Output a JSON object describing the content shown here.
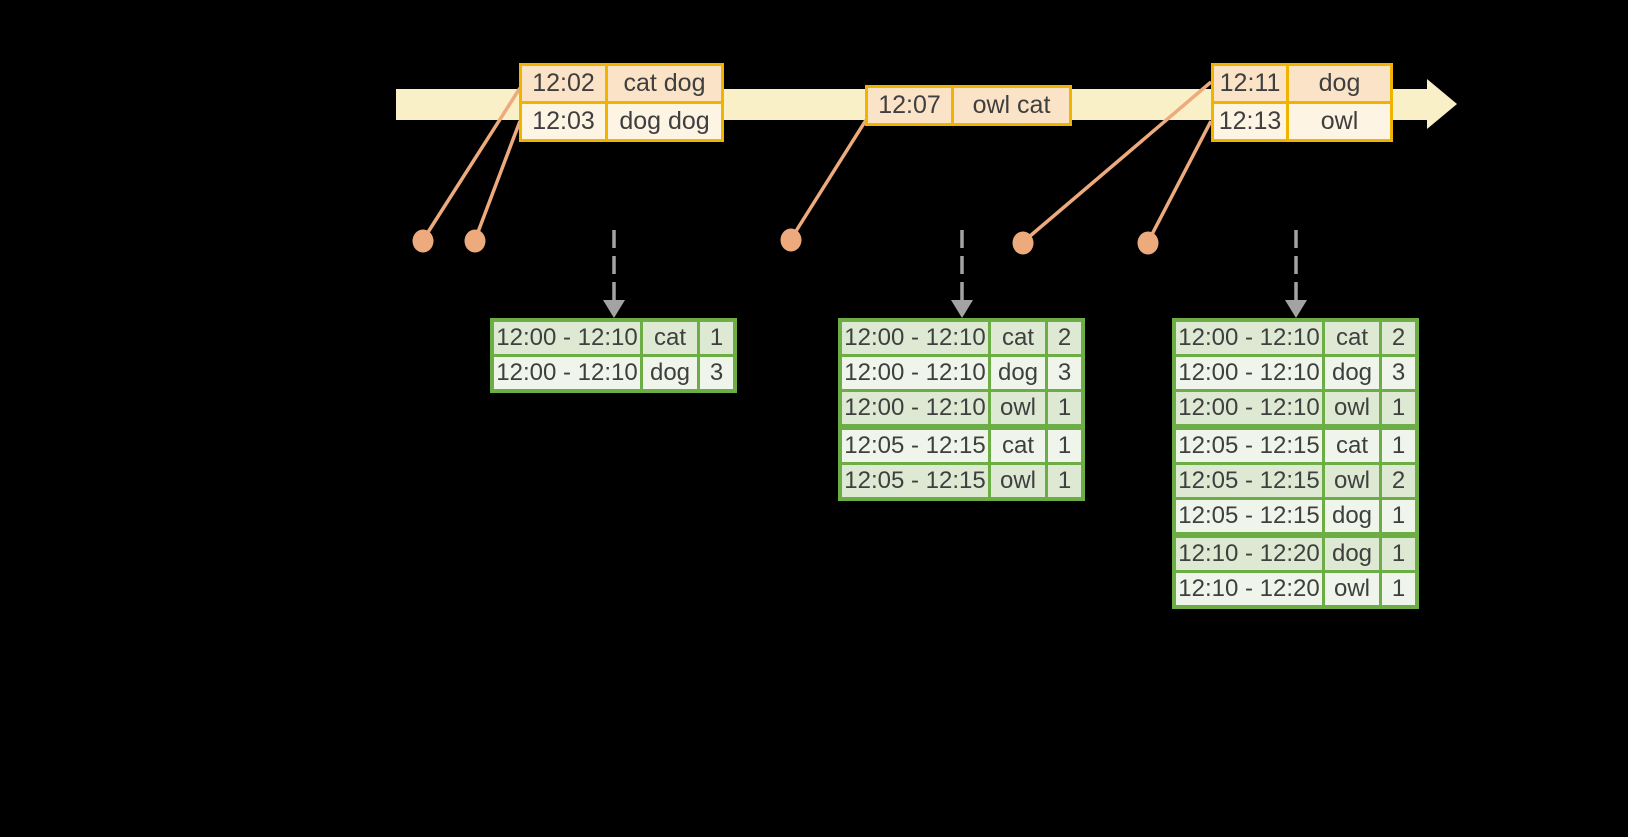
{
  "colors": {
    "background": "#000000",
    "timeline-cream": "#faf0c8",
    "event-border-gold": "#f0b400",
    "event-row-peach": "#fae3c6",
    "event-row-cream": "#fdf4e4",
    "salmon": "#edaa7d",
    "result-border-green": "#6dad46",
    "result-row-dark": "#dde9d3",
    "result-row-light": "#eff5eb",
    "dash-gray": "#a3a3a3",
    "text-dark": "#3f3f3f"
  },
  "event_tables": [
    {
      "rows": [
        {
          "time": "12:02",
          "words": "cat dog"
        },
        {
          "time": "12:03",
          "words": "dog dog"
        }
      ]
    },
    {
      "rows": [
        {
          "time": "12:07",
          "words": "owl cat"
        }
      ]
    },
    {
      "rows": [
        {
          "time": "12:11",
          "words": "dog"
        },
        {
          "time": "12:13",
          "words": "owl"
        }
      ]
    }
  ],
  "result_tables": [
    {
      "rows": [
        {
          "window": "12:00 - 12:10",
          "word": "cat",
          "count": "1"
        },
        {
          "window": "12:00 - 12:10",
          "word": "dog",
          "count": "3"
        }
      ]
    },
    {
      "rows": [
        {
          "window": "12:00 - 12:10",
          "word": "cat",
          "count": "2"
        },
        {
          "window": "12:00 - 12:10",
          "word": "dog",
          "count": "3"
        },
        {
          "window": "12:00 - 12:10",
          "word": "owl",
          "count": "1"
        },
        {
          "window": "12:05 - 12:15",
          "word": "cat",
          "count": "1"
        },
        {
          "window": "12:05 - 12:15",
          "word": "owl",
          "count": "1"
        }
      ]
    },
    {
      "rows": [
        {
          "window": "12:00 - 12:10",
          "word": "cat",
          "count": "2"
        },
        {
          "window": "12:00 - 12:10",
          "word": "dog",
          "count": "3"
        },
        {
          "window": "12:00 - 12:10",
          "word": "owl",
          "count": "1"
        },
        {
          "window": "12:05 - 12:15",
          "word": "cat",
          "count": "1"
        },
        {
          "window": "12:05 - 12:15",
          "word": "owl",
          "count": "2"
        },
        {
          "window": "12:05 - 12:15",
          "word": "dog",
          "count": "1"
        },
        {
          "window": "12:10 - 12:20",
          "word": "dog",
          "count": "1"
        },
        {
          "window": "12:10 - 12:20",
          "word": "owl",
          "count": "1"
        }
      ]
    }
  ]
}
